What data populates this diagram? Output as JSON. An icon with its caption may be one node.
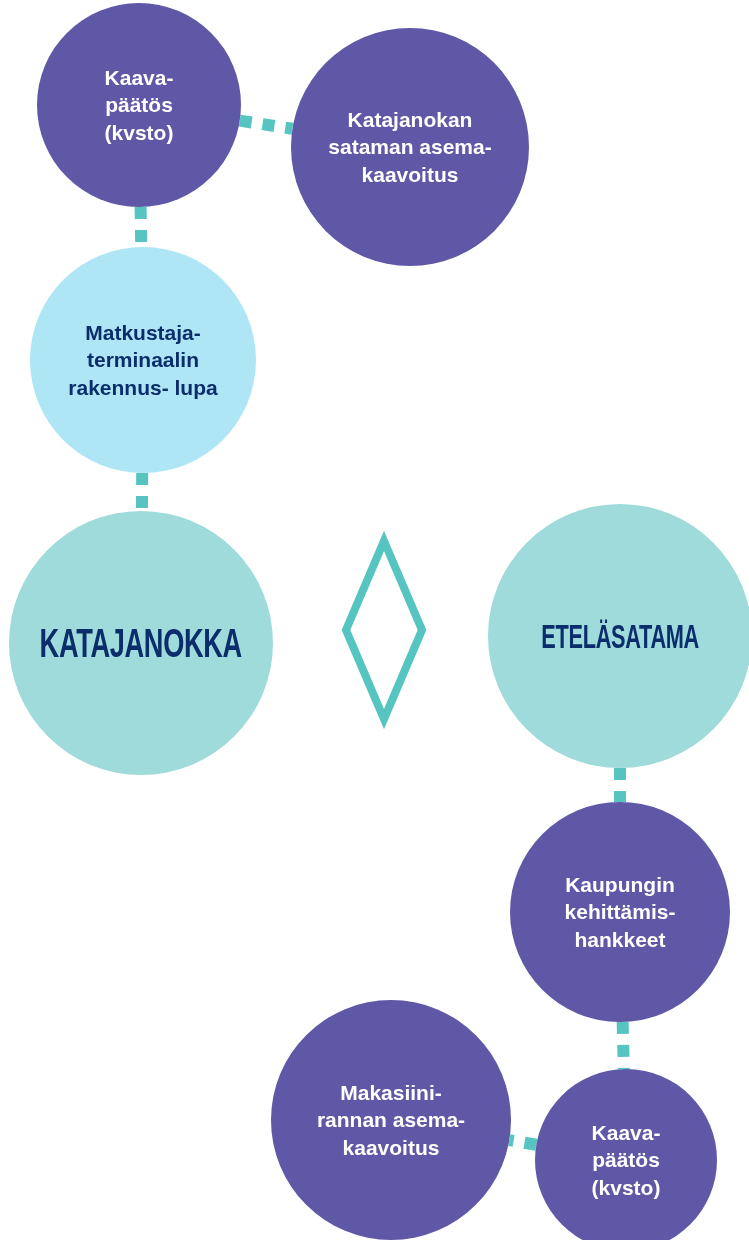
{
  "diagram": {
    "nodes": [
      {
        "text": [
          "Kaava- päätös (kvsto)"
        ]
      },
      {
        "text": [
          "Katajanokan sataman asema- kaavoitus"
        ]
      },
      {
        "text": [
          "Matkustaja- terminaalin rakennus- lupa"
        ]
      },
      {
        "text": [
          "KATAJANOKKA"
        ]
      },
      {
        "text": [],
        "shape": "diamond"
      },
      {
        "text": [
          "ETELÄSATAMA"
        ]
      },
      {
        "text": [
          "Kaupungin kehittämis- hankkeet"
        ]
      },
      {
        "text": [
          "Makasiini- rannan asema- kaavoitus"
        ]
      },
      {
        "text": [
          "Kaava- päätös (kvsto)"
        ]
      }
    ],
    "edges": [
      {
        "from": 0,
        "to": 1,
        "arrow": "none",
        "style": "dashed"
      },
      {
        "from": 0,
        "to": 2,
        "arrow": "none",
        "style": "dashed"
      },
      {
        "from": 2,
        "to": 3,
        "arrow": "none",
        "style": "dashed"
      },
      {
        "from": 5,
        "to": 6,
        "arrow": "none",
        "style": "dashed"
      },
      {
        "from": 6,
        "to": 8,
        "arrow": "none",
        "style": "dashed"
      },
      {
        "from": 8,
        "to": 7,
        "arrow": "none",
        "style": "dashed"
      }
    ]
  }
}
